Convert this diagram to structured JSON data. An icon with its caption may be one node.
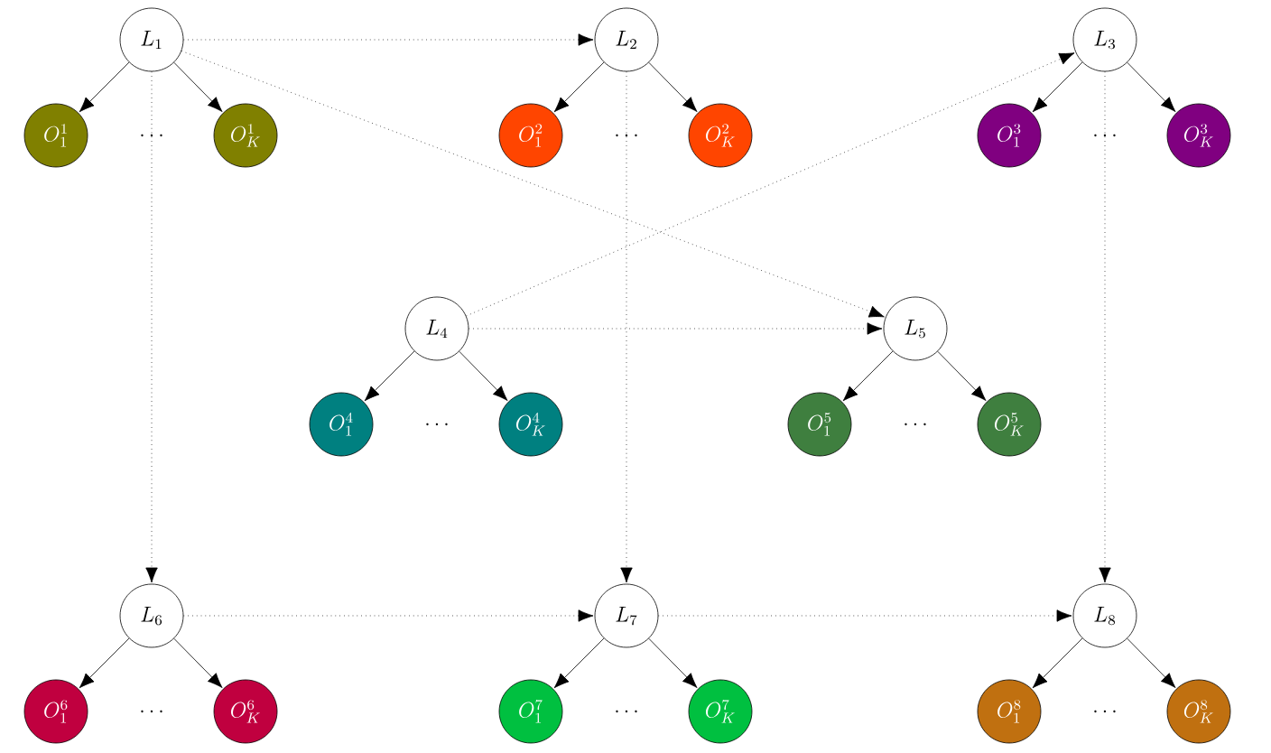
{
  "diagram": {
    "nodes": [
      {
        "text": [
          "L_1"
        ]
      },
      {
        "text": [
          "O_1^1"
        ]
      },
      {
        "text": [
          "O_K^1"
        ]
      },
      {
        "text": [
          "L_2"
        ]
      },
      {
        "text": [
          "O_1^2"
        ]
      },
      {
        "text": [
          "O_K^2"
        ]
      },
      {
        "text": [
          "L_3"
        ]
      },
      {
        "text": [
          "O_1^3"
        ]
      },
      {
        "text": [
          "O_K^3"
        ]
      },
      {
        "text": [
          "L_4"
        ]
      },
      {
        "text": [
          "O_1^4"
        ]
      },
      {
        "text": [
          "O_K^4"
        ]
      },
      {
        "text": [
          "L_5"
        ]
      },
      {
        "text": [
          "O_1^5"
        ]
      },
      {
        "text": [
          "O_K^5"
        ]
      },
      {
        "text": [
          "L_6"
        ]
      },
      {
        "text": [
          "O_1^6"
        ]
      },
      {
        "text": [
          "O_K^6"
        ]
      },
      {
        "text": [
          "L_7"
        ]
      },
      {
        "text": [
          "O_1^7"
        ]
      },
      {
        "text": [
          "O_K^7"
        ]
      },
      {
        "text": [
          "L_8"
        ]
      },
      {
        "text": [
          "O_1^8"
        ]
      },
      {
        "text": [
          "O_K^8"
        ]
      }
    ],
    "edges": [
      {
        "from": 0,
        "to": 1,
        "arrow": "to"
      },
      {
        "from": 0,
        "to": 2,
        "arrow": "to"
      },
      {
        "from": 3,
        "to": 4,
        "arrow": "to"
      },
      {
        "from": 3,
        "to": 5,
        "arrow": "to"
      },
      {
        "from": 6,
        "to": 7,
        "arrow": "to"
      },
      {
        "from": 6,
        "to": 8,
        "arrow": "to"
      },
      {
        "from": 9,
        "to": 10,
        "arrow": "to"
      },
      {
        "from": 9,
        "to": 11,
        "arrow": "to"
      },
      {
        "from": 12,
        "to": 13,
        "arrow": "to"
      },
      {
        "from": 12,
        "to": 14,
        "arrow": "to"
      },
      {
        "from": 15,
        "to": 16,
        "arrow": "to"
      },
      {
        "from": 15,
        "to": 17,
        "arrow": "to"
      },
      {
        "from": 18,
        "to": 19,
        "arrow": "to"
      },
      {
        "from": 18,
        "to": 20,
        "arrow": "to"
      },
      {
        "from": 21,
        "to": 22,
        "arrow": "to"
      },
      {
        "from": 21,
        "to": 23,
        "arrow": "to"
      },
      {
        "from": 0,
        "to": 3,
        "arrow": "to",
        "style": "dashed"
      },
      {
        "from": 0,
        "to": 12,
        "arrow": "to",
        "style": "dashed"
      },
      {
        "from": 0,
        "to": 15,
        "arrow": "to",
        "style": "dashed"
      },
      {
        "from": 3,
        "to": 18,
        "arrow": "to",
        "style": "dashed"
      },
      {
        "from": 6,
        "to": 21,
        "arrow": "to",
        "style": "dashed"
      },
      {
        "from": 9,
        "to": 6,
        "arrow": "to",
        "style": "dashed"
      },
      {
        "from": 9,
        "to": 12,
        "arrow": "to",
        "style": "dashed"
      },
      {
        "from": 15,
        "to": 18,
        "arrow": "to",
        "style": "dashed"
      },
      {
        "from": 18,
        "to": 21,
        "arrow": "to",
        "style": "dashed"
      }
    ],
    "labels": [
      "\\ldots",
      "\\ldots",
      "\\ldots",
      "\\ldots",
      "\\ldots",
      "\\ldots",
      "\\ldots",
      "\\ldots"
    ]
  }
}
